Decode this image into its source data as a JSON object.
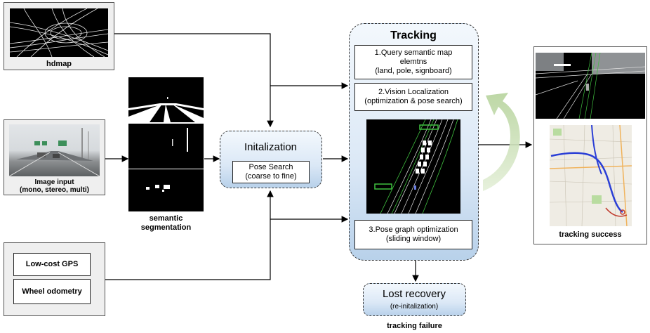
{
  "hdmap": {
    "label": "hdmap"
  },
  "image_input": {
    "title": "Image input",
    "subtitle": "(mono, stereo, multi)"
  },
  "segmentation": {
    "line1": "semantic",
    "line2": "segmentation"
  },
  "sensors": {
    "gps": "Low-cost GPS",
    "odometry": "Wheel odometry"
  },
  "initialization": {
    "title": "Initalization",
    "sub_line1": "Pose Search",
    "sub_line2": "(coarse to fine)"
  },
  "tracking": {
    "title": "Tracking",
    "step1_line1": "1.Query semantic map",
    "step1_line2": "elemtns",
    "step1_line3": "(land, pole, signboard)",
    "step2_line1": "2.Vision Localization",
    "step2_line2": "(optimization & pose search)",
    "step3_line1": "3.Pose graph optimization",
    "step3_line2": "(sliding window)"
  },
  "lost_recovery": {
    "title": "Lost recovery",
    "subtitle": "(re-initalization)",
    "caption": "tracking failure"
  },
  "success": {
    "caption": "tracking success"
  },
  "colors": {
    "box_blue": "#dbe8f6",
    "green_arrow": "#c7ddb5",
    "route_blue": "#2b3fd6"
  }
}
